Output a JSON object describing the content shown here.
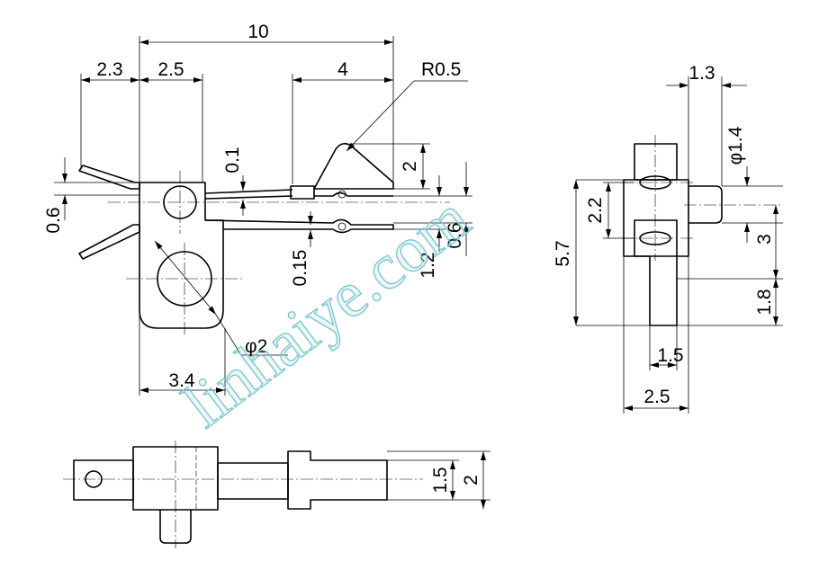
{
  "drawing": {
    "top_view": {
      "dims": {
        "overall_length": "10",
        "left_tab": "2.3",
        "hole_offset": "2.5",
        "tip_length": "4",
        "tip_radius": "R0.5",
        "spring_gap": "0.1",
        "tip_height": "2",
        "body_offset": "0.6",
        "contact_thickness": "0.15",
        "contact_height": "1.2",
        "contact_gap": "0.6",
        "hole_diameter": "φ2",
        "body_width": "3.4"
      }
    },
    "side_view": {
      "dims": {
        "pin_width": "1.3",
        "pin_diameter": "φ1.4",
        "slot_pitch": "2.2",
        "overall_height": "5.7",
        "pin_height": "3",
        "leg_length": "1.8",
        "leg_width": "1.5",
        "base_width": "2.5"
      }
    },
    "bottom_view": {
      "dims": {
        "shaft_width": "1.5",
        "shaft_height": "2"
      }
    }
  },
  "watermark": {
    "text": "linhaiye.com",
    "color": "#7fc7d2"
  }
}
